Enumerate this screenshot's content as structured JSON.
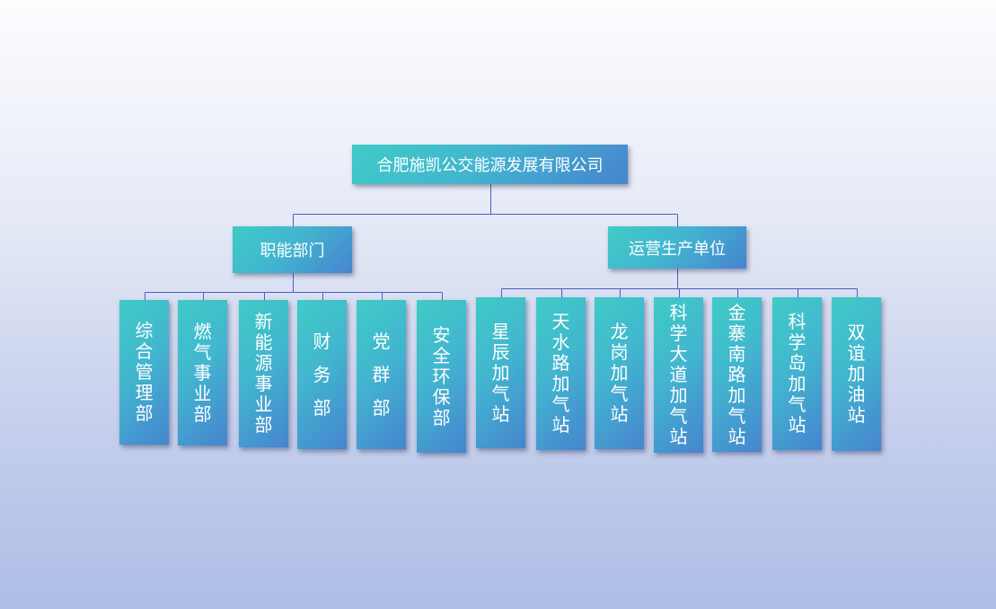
{
  "diagram": {
    "root": {
      "label": "合肥施凯公交能源发展有限公司",
      "children": [
        {
          "label": "职能部门",
          "children": [
            "综合管理部",
            "燃气事业部",
            "新能源事业部",
            "财务部",
            "党群部",
            "安全环保部"
          ]
        },
        {
          "label": "运营生产单位",
          "children": [
            "星辰加气站",
            "天水路加气站",
            "龙岗加气站",
            "科学大道加气站",
            "金寨南路加气站",
            "科学岛加气站",
            "双谊加油站"
          ]
        }
      ]
    },
    "colors": {
      "node_gradient_start": "#3fcbc6",
      "node_gradient_end": "#4684cf",
      "connector": "#4b5fc0",
      "text": "#ffffff"
    }
  }
}
